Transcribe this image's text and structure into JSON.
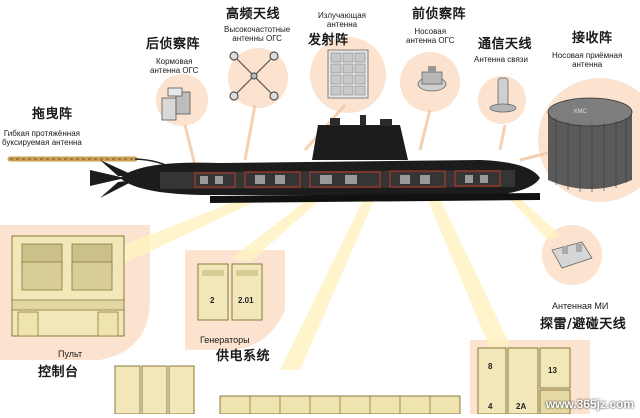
{
  "labels": {
    "towed_array_cn": "拖曳阵",
    "towed_array_ru": "Гибкая протяжённая\nбуксируемая антенна",
    "stern_cn": "后侦察阵",
    "stern_ru": "Кормовая\nантенна ОГС",
    "hf_cn": "高频天线",
    "hf_ru": "Высокочастотные\nантенны ОГС",
    "emit_ru": "Излучающая\nантенна",
    "emit_cn": "发射阵",
    "bow_cn": "前侦察阵",
    "bow_ru": "Носовая\nантенна ОГС",
    "comm_cn": "通信天线",
    "comm_ru": "Антенна связи",
    "recv_cn": "接收阵",
    "recv_ru": "Носовая приёмная\nантенна",
    "mine_ru": "Антенная МИ",
    "mine_cn": "探雷/避碰天线",
    "console_ru": "Пульт",
    "console_cn": "控制台",
    "gen_ru": "Генераторы",
    "gen_cn": "供电系统"
  },
  "panel_numbers": {
    "gen_a": "2",
    "gen_b": "2.01",
    "rack_a": "8",
    "rack_b": "2A",
    "rack_c": "13",
    "rack_d": "4"
  },
  "recv_array_text": "КМС",
  "watermark": "www.365jz.com",
  "colors": {
    "bubble": "#fbe3cf",
    "bubble_dark": "#f3c9a6",
    "panel_fill": "#f2e7b8",
    "panel_edge": "#8a7a3a",
    "hull": "#1c1c1c",
    "hull_hi": "#4a4a4a",
    "beam": "#fff3c2",
    "accent_red": "#c0392b"
  }
}
